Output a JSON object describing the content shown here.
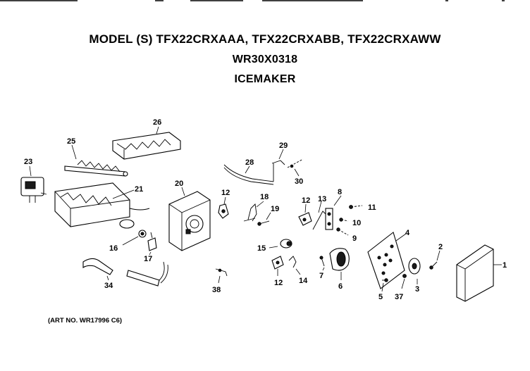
{
  "header": {
    "model_line": "MODEL (S) TFX22CRXAAA, TFX22CRXABB, TFX22CRXAWW",
    "kit_number": "WR30X0318",
    "assembly_name": "ICEMAKER"
  },
  "footer": {
    "art_number": "(ART NO. WR17996 C6)"
  },
  "callouts": [
    "1",
    "2",
    "3",
    "4",
    "5",
    "6",
    "7",
    "8",
    "9",
    "10",
    "11",
    "12",
    "12",
    "12",
    "13",
    "14",
    "15",
    "16",
    "17",
    "18",
    "19",
    "20",
    "21",
    "23",
    "25",
    "26",
    "28",
    "29",
    "30",
    "34",
    "37",
    "38"
  ]
}
